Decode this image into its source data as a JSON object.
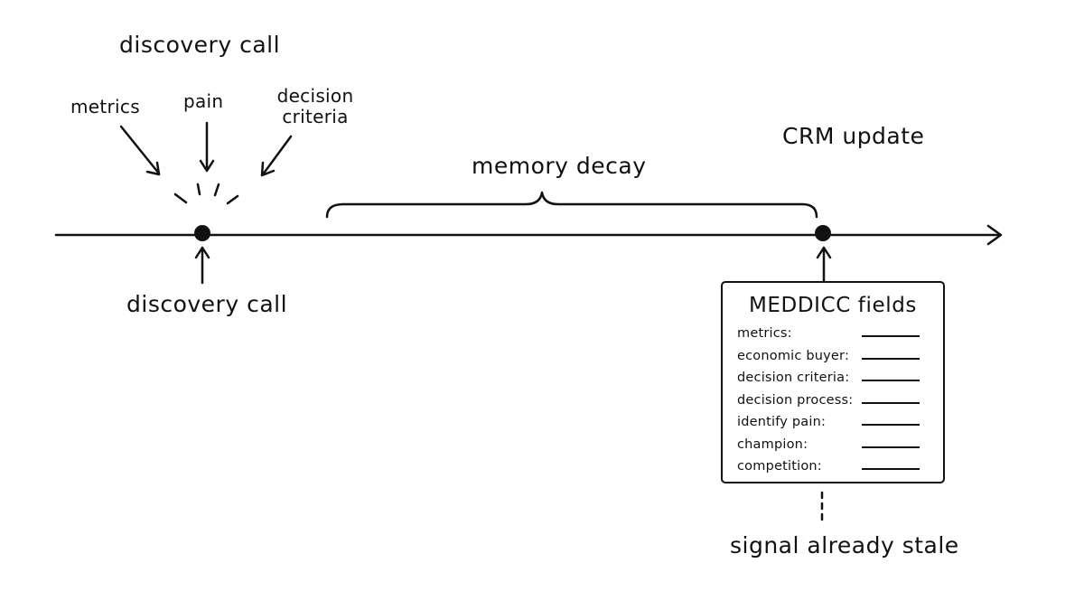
{
  "timeline": {
    "top_caption": "discovery call",
    "bottom_caption": "discovery call",
    "inputs": [
      "metrics",
      "pain",
      "decision criteria"
    ],
    "gap_label": "memory decay",
    "crm_label": "CRM update",
    "stale_note": "signal already stale"
  },
  "meddicc_card": {
    "title": "MEDDICC fields",
    "fields": [
      "metrics:",
      "economic buyer:",
      "decision criteria:",
      "decision process:",
      "identify pain:",
      "champion:",
      "competition:"
    ]
  }
}
